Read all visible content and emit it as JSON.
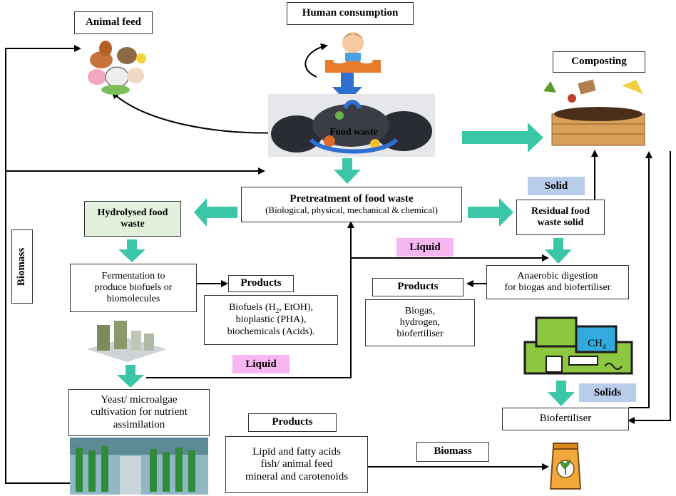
{
  "labels": {
    "animal_feed": "Animal feed",
    "human_consumption": "Human consumption",
    "composting": "Composting",
    "food_waste": "Food waste",
    "pretreatment_title": "Pretreatment of food waste",
    "pretreatment_sub": "(Biological, physical, mechanical & chemical)",
    "hydrolysed_line1": "Hydrolysed food",
    "hydrolysed_line2": "waste",
    "residual_line1": "Residual food",
    "residual_line2": "waste solid",
    "solid": "Solid",
    "liquid_top": "Liquid",
    "liquid_bottom": "Liquid",
    "biomass_side": "Biomass",
    "fermentation_line1": "Fermentation to",
    "fermentation_line2": "produce biofuels or",
    "fermentation_line3": "biomolecules",
    "products_left": "Products",
    "biofuels_prefix": "Biofuels (H",
    "biofuels_sub": "2",
    "biofuels_suffix": ", EtOH),",
    "bioplastic": "bioplastic (PHA),",
    "biochemicals": "biochemicals (Acids).",
    "anaerobic_line1": "Anaerobic digestion",
    "anaerobic_line2": "for biogas and biofertiliser",
    "products_right": "Products",
    "biogas": "Biogas,",
    "hydrogen": "hydrogen,",
    "biofertiliser_item": "biofertiliser",
    "ch4_prefix": "CH",
    "ch4_sub": "4",
    "solids": "Solids",
    "biofertiliser_box": "Biofertiliser",
    "yeast_line1": "Yeast/ microalgae",
    "yeast_line2": "cultivation for nutrient",
    "yeast_line3": "assimilation",
    "products_bottom": "Products",
    "lipid": "Lipid and fatty acids",
    "fish": "fish/ animal feed",
    "mineral": "mineral and carotenoids",
    "biomass_bottom": "Biomass"
  },
  "colors": {
    "arrow_teal": "#3cc6a8",
    "arrow_blue": "#2f6fcf",
    "hydrolysed_fill": "#e3f1dc",
    "pink_tag": "#f7b6f0",
    "blue_tag": "#b7cde9",
    "ch4_fill": "#33aadd",
    "plant_green": "#8dc63f"
  },
  "icons": [
    "animals-illustration",
    "child-eating-illustration",
    "food-waste-pile",
    "compost-bin-illustration",
    "fermentation-plant-illustration",
    "biogas-plant-illustration",
    "microalgae-tanks-photo",
    "fertiliser-bag-icon"
  ]
}
